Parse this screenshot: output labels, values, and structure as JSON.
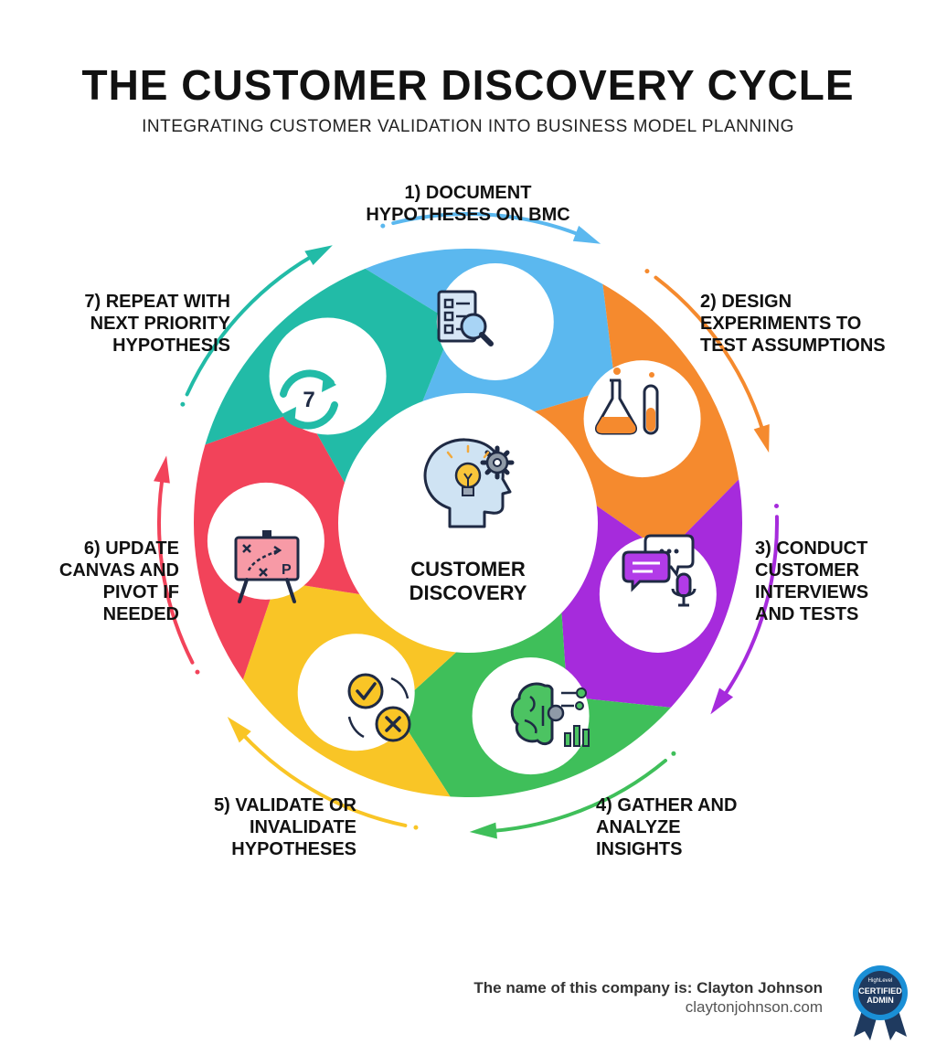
{
  "header": {
    "title": "THE CUSTOMER DISCOVERY CYCLE",
    "subtitle": "INTEGRATING CUSTOMER VALIDATION INTO BUSINESS MODEL PLANNING"
  },
  "center": {
    "line1": "CUSTOMER",
    "line2": "DISCOVERY",
    "icon": "head-lightbulb-gear-icon"
  },
  "steps": [
    {
      "lines": [
        "1) DOCUMENT",
        "HYPOTHESES ON BMC"
      ],
      "color": "#5bb8ef",
      "icon": "checklist-magnifier-icon"
    },
    {
      "lines": [
        "2) DESIGN",
        "EXPERIMENTS TO",
        "TEST ASSUMPTIONS"
      ],
      "color": "#f58a2e",
      "icon": "flask-test-tube-icon"
    },
    {
      "lines": [
        "3) CONDUCT",
        "CUSTOMER",
        "INTERVIEWS",
        "AND TESTS"
      ],
      "color": "#a62bdc",
      "icon": "chat-microphone-icon"
    },
    {
      "lines": [
        "4) GATHER AND",
        "ANALYZE",
        "INSIGHTS"
      ],
      "color": "#3fbf5a",
      "icon": "brain-chart-icon"
    },
    {
      "lines": [
        "5) VALIDATE OR",
        "INVALIDATE",
        "HYPOTHESES"
      ],
      "color": "#f9c526",
      "icon": "check-cross-icon"
    },
    {
      "lines": [
        "6) UPDATE",
        "CANVAS AND",
        "PIVOT IF",
        "NEEDED"
      ],
      "color": "#f2435a",
      "icon": "whiteboard-strategy-icon"
    },
    {
      "lines": [
        "7) REPEAT WITH",
        "NEXT PRIORITY",
        "HYPOTHESIS"
      ],
      "color": "#22bba7",
      "icon": "repeat-cycle-icon",
      "badge": "7"
    }
  ],
  "footer": {
    "company": "The name of this company is: Clayton Johnson",
    "site": "claytonjohnson.com",
    "badge_brand": "HighLevel",
    "badge_line1": "CERTIFIED",
    "badge_line2": "ADMIN"
  }
}
